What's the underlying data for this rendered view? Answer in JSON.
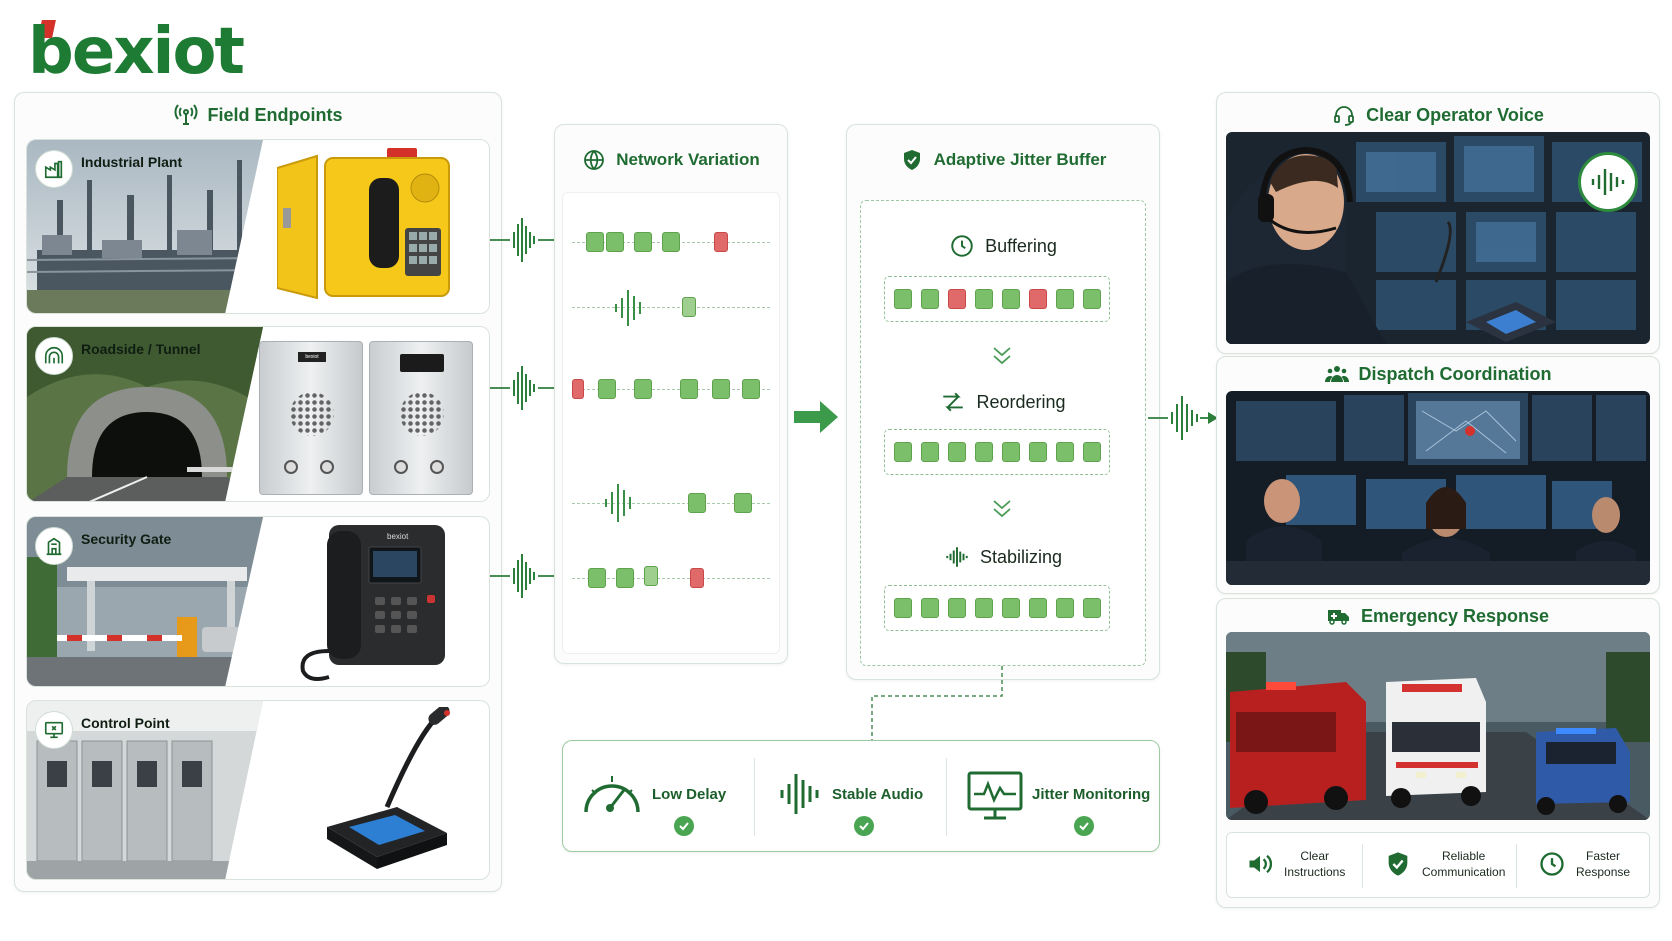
{
  "brand": {
    "logo_text": "bexiot",
    "primary_color": "#1f6b32",
    "accent_red": "#d4312a"
  },
  "field_endpoints": {
    "title": "Field Endpoints",
    "items": [
      {
        "label": "Industrial Plant",
        "icon": "factory-icon"
      },
      {
        "label": "Roadside / Tunnel",
        "icon": "tunnel-icon"
      },
      {
        "label": "Security Gate",
        "icon": "gate-icon"
      },
      {
        "label": "Control Point",
        "icon": "monitor-icon"
      }
    ]
  },
  "network_variation": {
    "title": "Network Variation"
  },
  "jitter_buffer": {
    "title": "Adaptive Jitter Buffer",
    "stages": [
      {
        "label": "Buffering",
        "icon": "clock-icon"
      },
      {
        "label": "Reordering",
        "icon": "shuffle-icon"
      },
      {
        "label": "Stabilizing",
        "icon": "waveform-icon"
      }
    ]
  },
  "metrics": [
    {
      "label": "Low Delay",
      "icon": "gauge-icon"
    },
    {
      "label": "Stable Audio",
      "icon": "waveform-icon"
    },
    {
      "label": "Jitter Monitoring",
      "icon": "monitor-pulse-icon"
    }
  ],
  "outcomes": {
    "operator_voice": {
      "title": "Clear Operator Voice"
    },
    "dispatch": {
      "title": "Dispatch Coordination"
    },
    "emergency": {
      "title": "Emergency Response",
      "benefits": [
        {
          "line1": "Clear",
          "line2": "Instructions",
          "icon": "speaker-icon"
        },
        {
          "line1": "Reliable",
          "line2": "Communication",
          "icon": "shield-check-icon"
        },
        {
          "line1": "Faster",
          "line2": "Response",
          "icon": "clock-icon"
        }
      ]
    }
  },
  "device_labels": {
    "door_station": "bexiot",
    "desk_phone": "bexiot"
  }
}
